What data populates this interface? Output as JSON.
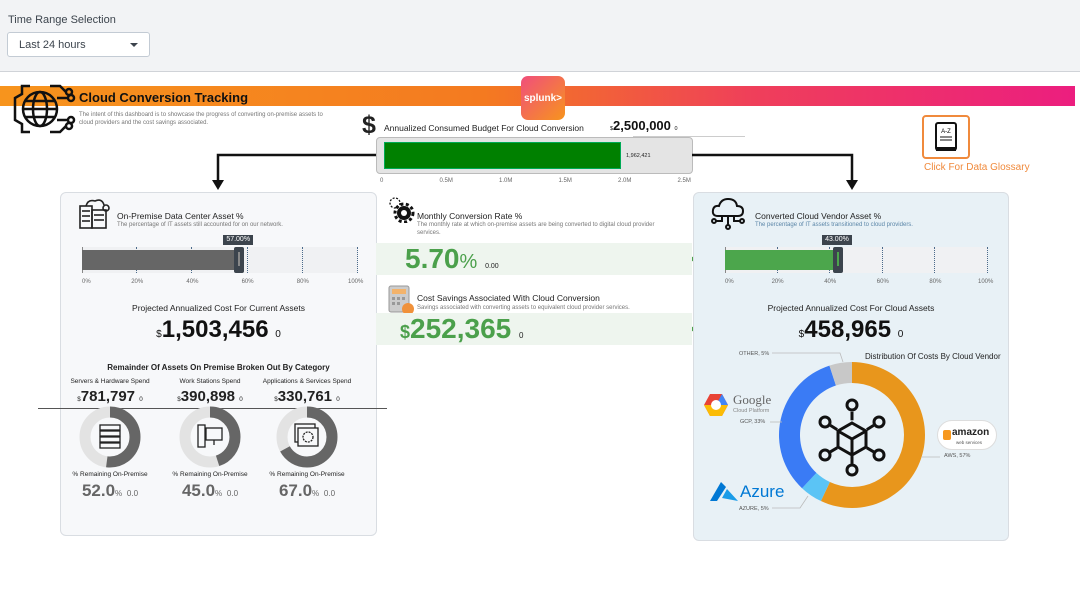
{
  "time_range": {
    "label": "Time Range Selection",
    "value": "Last 24 hours"
  },
  "header": {
    "title": "Cloud Conversion Tracking",
    "description": "The intent of this dashboard is to showcase the progress of converting on-premise assets to cloud providers and the cost savings associated.",
    "logo": "splunk>"
  },
  "budget": {
    "title": "Annualized Consumed Budget For Cloud Conversion",
    "target": "2,500,000",
    "target_suffix": "0",
    "currency": "$",
    "value": 1962421,
    "value_label": "1,962,421",
    "max": 2500000,
    "ticks": [
      "0",
      "0.5M",
      "1.0M",
      "1.5M",
      "2.0M",
      "2.5M"
    ]
  },
  "glossary": {
    "label": "Click For Data Glossary",
    "icon_text": "A-Z"
  },
  "onprem": {
    "title": "On-Premise Data Center Asset %",
    "description": "The percentage of IT assets still accounted for on our network.",
    "percent": 57,
    "percent_label": "57.00%",
    "ticks": [
      "0%",
      "20%",
      "40%",
      "60%",
      "80%",
      "100%"
    ],
    "cost_title": "Projected Annualized Cost For Current Assets",
    "cost": "1,503,456",
    "cost_suffix": "0",
    "currency": "$",
    "category_title": "Remainder Of Assets On Premise Broken Out By Category",
    "categories": [
      {
        "label": "Servers & Hardware Spend",
        "value": "781,797",
        "suffix": "0",
        "pct_label": "% Remaining On-Premise",
        "pct": 52.0,
        "pct_text": "52.0",
        "delta": "0.0"
      },
      {
        "label": "Work Stations Spend",
        "value": "390,898",
        "suffix": "0",
        "pct_label": "% Remaining On-Premise",
        "pct": 45.0,
        "pct_text": "45.0",
        "delta": "0.0"
      },
      {
        "label": "Applications & Services Spend",
        "value": "330,761",
        "suffix": "0",
        "pct_label": "% Remaining On-Premise",
        "pct": 67.0,
        "pct_text": "67.0",
        "delta": "0.0"
      }
    ]
  },
  "conversion": {
    "title": "Monthly Conversion Rate %",
    "description": "The monthly rate at which on-premise assets are being converted to digital cloud provider services.",
    "value": "5.70",
    "unit": "%",
    "delta": "0.00"
  },
  "savings": {
    "title": "Cost Savings Associated With Cloud Conversion",
    "description": "Savings associated with converting assets to equivalent cloud provider services.",
    "currency": "$",
    "value": "252,365",
    "suffix": "0"
  },
  "cloud": {
    "title": "Converted Cloud Vendor Asset %",
    "description": "The percentage of IT assets transitioned to cloud providers.",
    "percent": 43,
    "percent_label": "43.00%",
    "ticks": [
      "0%",
      "20%",
      "40%",
      "60%",
      "80%",
      "100%"
    ],
    "cost_title": "Projected Annualized Cost For Cloud Assets",
    "cost": "458,965",
    "cost_suffix": "0",
    "currency": "$"
  },
  "chart_data": {
    "type": "pie",
    "title": "Distribution Of Costs By Cloud Vendor",
    "slices": [
      {
        "name": "AWS",
        "value": 57,
        "label": "AWS, 57%",
        "color": "#e8961c"
      },
      {
        "name": "AZURE",
        "value": 5,
        "label": "AZURE, 5%",
        "color": "#5bc4f5"
      },
      {
        "name": "GCP",
        "value": 33,
        "label": "GCP, 33%",
        "color": "#3a7bf5"
      },
      {
        "name": "OTHER",
        "value": 5,
        "label": "OTHER, 5%",
        "color": "#c8c8c8"
      }
    ],
    "logos": {
      "google": "Google",
      "google_sub": "Cloud Platform",
      "azure": "Azure",
      "amazon": "amazon",
      "amazon_sub": "web services"
    }
  },
  "colors": {
    "green": "#4ba04b",
    "budget_green": "#008000",
    "gray": "#666666"
  }
}
